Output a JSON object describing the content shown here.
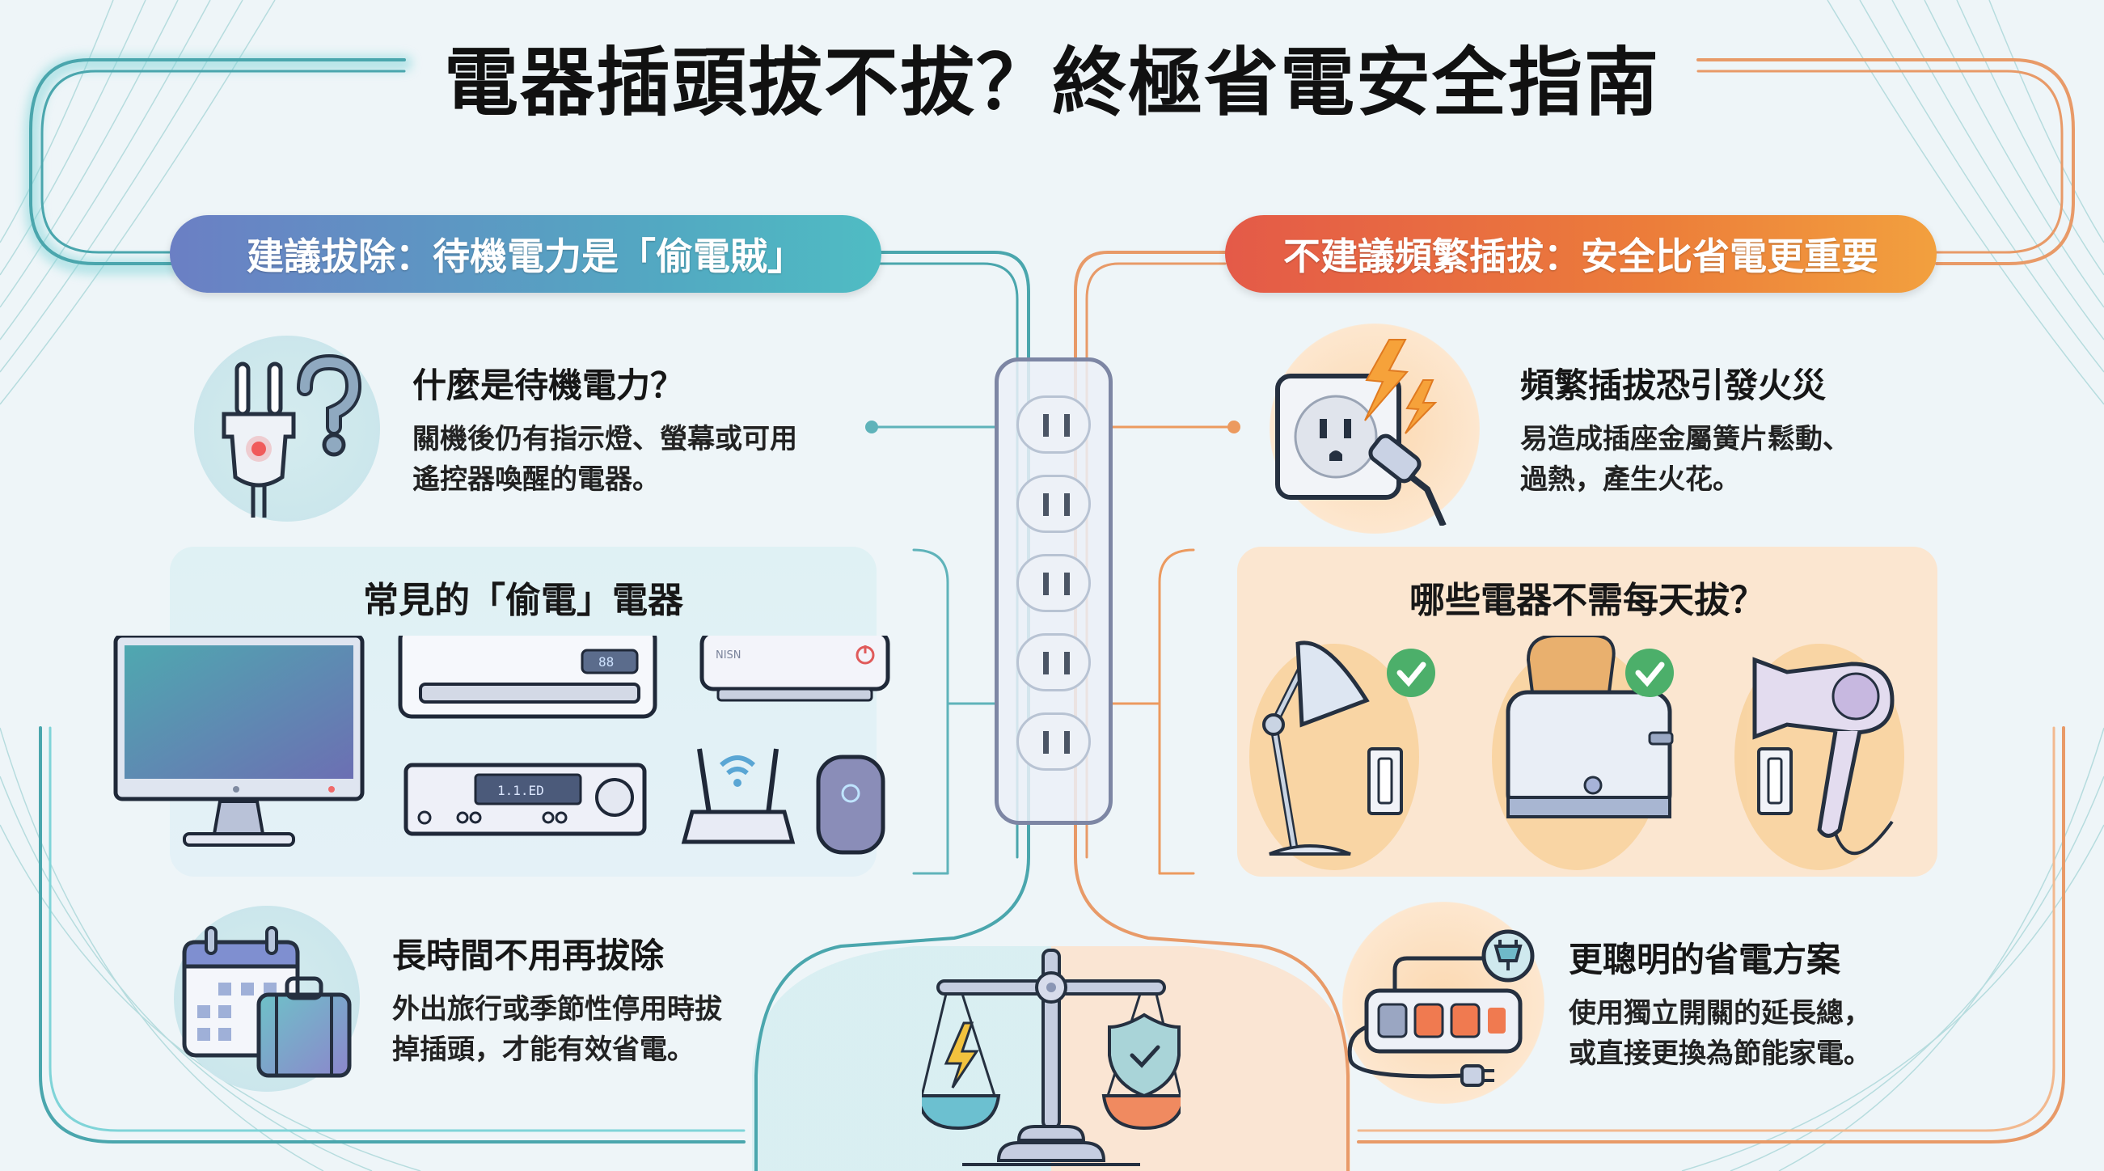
{
  "title": "電器插頭拔不拔？終極省電安全指南",
  "colors": {
    "left_accent": "#4fb5c4",
    "left_pill_start": "#6b7fc4",
    "right_accent": "#ee8a4a",
    "right_pill_start": "#e45a48",
    "check_green": "#4caf6a",
    "background": "#eef5f8"
  },
  "left": {
    "header": "建議拔除：待機電力是「偷電賊」",
    "standby": {
      "icon": "plug-question-icon",
      "title": "什麼是待機電力？",
      "desc_line1": "關機後仍有指示燈、螢幕或可用",
      "desc_line2": "遙控器喚醒的電器。"
    },
    "common_panel": {
      "title": "常見的「偷電」電器",
      "devices": [
        {
          "name": "tv-monitor-icon"
        },
        {
          "name": "air-conditioner-icon",
          "display": "88"
        },
        {
          "name": "set-top-box-icon",
          "label": "NISN"
        },
        {
          "name": "audio-receiver-icon",
          "display": "1.1.ED"
        },
        {
          "name": "wifi-router-icon"
        },
        {
          "name": "smart-speaker-icon"
        }
      ]
    },
    "long_time": {
      "icon": "calendar-suitcase-icon",
      "title": "長時間不用再拔除",
      "desc_line1": "外出旅行或季節性停用時拔",
      "desc_line2": "掉插頭，才能有效省電。"
    }
  },
  "right": {
    "header": "不建議頻繁插拔：安全比省電更重要",
    "fire": {
      "icon": "sparking-outlet-icon",
      "title": "頻繁插拔恐引發火災",
      "desc_line1": "易造成插座金屬簧片鬆動、",
      "desc_line2": "過熱，產生火花。"
    },
    "no_daily_panel": {
      "title": "哪些電器不需每天拔？",
      "devices": [
        {
          "name": "desk-lamp-icon",
          "checked": true
        },
        {
          "name": "toaster-icon",
          "checked": true
        },
        {
          "name": "hair-dryer-icon",
          "checked": false
        }
      ]
    },
    "smart": {
      "icon": "switched-power-strip-icon",
      "title": "更聰明的省電方案",
      "desc_line1": "使用獨立開關的延長總，",
      "desc_line2": "或直接更換為節能家電。"
    }
  },
  "center": {
    "power_strip_outlets": 5,
    "scale_icon": "balance-scale-icon",
    "scale_left": "lightning-icon",
    "scale_right": "shield-check-icon"
  }
}
